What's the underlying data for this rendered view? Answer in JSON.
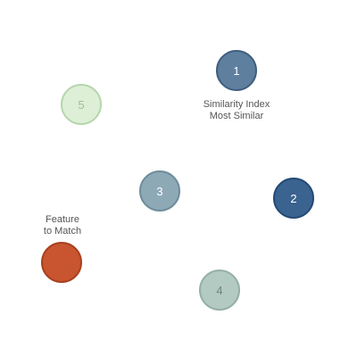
{
  "nodes": [
    {
      "id": "1",
      "label": "1",
      "fill": "#5f7f9f",
      "border": "#3f5f7f",
      "text": "#ffffff"
    },
    {
      "id": "2",
      "label": "2",
      "fill": "#3b6390",
      "border": "#244a74",
      "text": "#ffffff"
    },
    {
      "id": "3",
      "label": "3",
      "fill": "#8ea9b6",
      "border": "#6f8c9a",
      "text": "#ffffff"
    },
    {
      "id": "4",
      "label": "4",
      "fill": "#b3cac3",
      "border": "#94afa7",
      "text": "#6f8580"
    },
    {
      "id": "5",
      "label": "5",
      "fill": "#ddf0d7",
      "border": "#b5d6ab",
      "text": "#9fbf95"
    },
    {
      "id": "feature",
      "label": "",
      "fill": "#c85530",
      "border": "#a8401f",
      "text": "#ffffff"
    }
  ],
  "labels": {
    "similarity_line1": "Similarity Index",
    "similarity_line2": "Most Similar",
    "feature_line1": "Feature",
    "feature_line2": "to Match"
  }
}
